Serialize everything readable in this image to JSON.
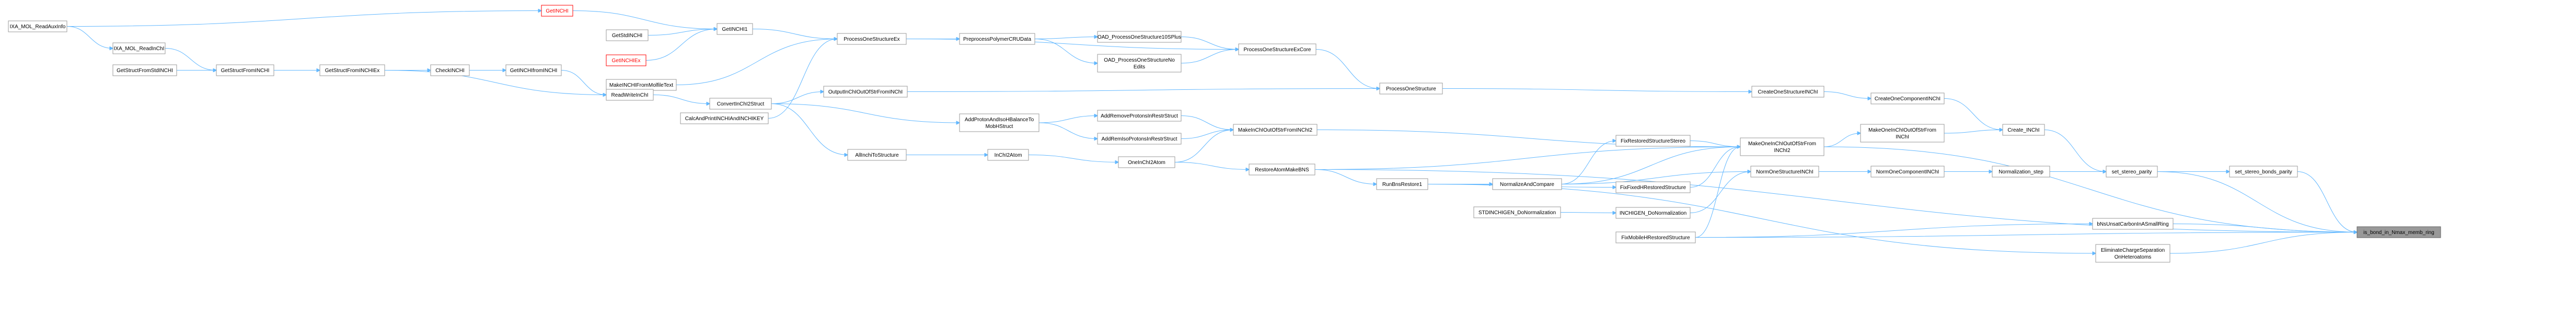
{
  "graph": {
    "nodes": [
      {
        "id": "ixamolreadauxinfo",
        "lines": [
          "IXA_MOL_ReadAuxInfo"
        ],
        "style": "normal"
      },
      {
        "id": "ixamolreadinchi",
        "lines": [
          "IXA_MOL_ReadInChI"
        ],
        "style": "normal"
      },
      {
        "id": "getstructfromstdinchi",
        "lines": [
          "GetStructFromStdINCHI"
        ],
        "style": "normal"
      },
      {
        "id": "getinchi",
        "lines": [
          "GetINCHI"
        ],
        "style": "red"
      },
      {
        "id": "getstdinchi",
        "lines": [
          "GetStdINCHI"
        ],
        "style": "normal"
      },
      {
        "id": "getinchiex",
        "lines": [
          "GetINCHIEx"
        ],
        "style": "red"
      },
      {
        "id": "makeinchifrommolfiletext",
        "lines": [
          "MakeINCHIFromMolfileText"
        ],
        "style": "normal"
      },
      {
        "id": "getinchi1",
        "lines": [
          "GetINCHI1"
        ],
        "style": "normal"
      },
      {
        "id": "getstructfrominchi",
        "lines": [
          "GetStructFromINCHI"
        ],
        "style": "normal"
      },
      {
        "id": "getstructfrominchiex",
        "lines": [
          "GetStructFromINCHIEx"
        ],
        "style": "normal"
      },
      {
        "id": "checkinchi",
        "lines": [
          "CheckINCHI"
        ],
        "style": "normal"
      },
      {
        "id": "getinchifrominchi",
        "lines": [
          "GetINCHIfromINCHI"
        ],
        "style": "normal"
      },
      {
        "id": "readwriteinchi",
        "lines": [
          "ReadWriteInChI"
        ],
        "style": "normal"
      },
      {
        "id": "processonestructureex",
        "lines": [
          "ProcessOneStructureEx"
        ],
        "style": "normal"
      },
      {
        "id": "calcandprintinchiandinchikey",
        "lines": [
          "CalcAndPrintINCHIAndINCHIKEY"
        ],
        "style": "normal"
      },
      {
        "id": "convertinchi2struct",
        "lines": [
          "ConvertInChI2Struct"
        ],
        "style": "normal"
      },
      {
        "id": "outputinchioutofstrfrominchi",
        "lines": [
          "OutputInChIOutOfStrFromINChI"
        ],
        "style": "normal"
      },
      {
        "id": "allinchitoinstructure",
        "lines": [
          "AllInchiToStructure"
        ],
        "style": "normal"
      },
      {
        "id": "inchi2atom",
        "lines": [
          "InChI2Atom"
        ],
        "style": "normal"
      },
      {
        "id": "preprocesspolymercrudata",
        "lines": [
          "PreprocessPolymerCRUData"
        ],
        "style": "normal"
      },
      {
        "id": "addprotonandisobalance",
        "lines": [
          "AddProtonAndIsoHBalanceTo",
          "MobHStruct"
        ],
        "style": "normal"
      },
      {
        "id": "oad1",
        "lines": [
          "OAD_ProcessOneStructure10SPlus"
        ],
        "style": "normal"
      },
      {
        "id": "oad2",
        "lines": [
          "OAD_ProcessOneStructureNo",
          "Edits"
        ],
        "style": "normal"
      },
      {
        "id": "addremoveprotonsinrestrstruct",
        "lines": [
          "AddRemoveProtonsInRestrStruct"
        ],
        "style": "normal"
      },
      {
        "id": "addremisoprotonsinrestrstruct",
        "lines": [
          "AddRemIsoProtonsInRestrStruct"
        ],
        "style": "normal"
      },
      {
        "id": "oneinchi2atom",
        "lines": [
          "OneInChI2Atom"
        ],
        "style": "normal"
      },
      {
        "id": "processonestructureexcore",
        "lines": [
          "ProcessOneStructureExCore"
        ],
        "style": "normal"
      },
      {
        "id": "processonestructure",
        "lines": [
          "ProcessOneStructure"
        ],
        "style": "normal"
      },
      {
        "id": "makeinchioutofstrfrominchi2",
        "lines": [
          "MakeInChIOutOfStrFromINChI2"
        ],
        "style": "normal"
      },
      {
        "id": "restoreatommakebns",
        "lines": [
          "RestoreAtomMakeBNS"
        ],
        "style": "normal"
      },
      {
        "id": "runbnsrestore1",
        "lines": [
          "RunBnsRestore1"
        ],
        "style": "normal"
      },
      {
        "id": "normalizeandcompare",
        "lines": [
          "NormalizeAndCompare"
        ],
        "style": "normal"
      },
      {
        "id": "stdinchigendonormalization",
        "lines": [
          "STDINCHIGEN_DoNormalization"
        ],
        "style": "normal"
      },
      {
        "id": "fixrestoredstructurestereo",
        "lines": [
          "FixRestoredStructureStereo"
        ],
        "style": "normal"
      },
      {
        "id": "fixfixedhrestoredstructure",
        "lines": [
          "FixFixedHRestoredStructure"
        ],
        "style": "normal"
      },
      {
        "id": "inchigendonormalization",
        "lines": [
          "INCHIGEN_DoNormalization"
        ],
        "style": "normal"
      },
      {
        "id": "fixmobilehrestoredstructure",
        "lines": [
          "FixMobileHRestoredStructure"
        ],
        "style": "normal"
      },
      {
        "id": "createonestructureinchi",
        "lines": [
          "CreateOneStructureINChI"
        ],
        "style": "normal"
      },
      {
        "id": "makeoneinchioutofstrfrominchi2",
        "lines": [
          "MakeOneInChIOutOfStrFrom",
          "INChI2"
        ],
        "style": "normal"
      },
      {
        "id": "normonestructureinchi",
        "lines": [
          "NormOneStructureINChI"
        ],
        "style": "normal"
      },
      {
        "id": "createonecomponentinchi",
        "lines": [
          "CreateOneComponentINChI"
        ],
        "style": "normal"
      },
      {
        "id": "makeoneinchioutofstrfrominchi",
        "lines": [
          "MakeOneInChIOutOfStrFrom",
          "INChI"
        ],
        "style": "normal"
      },
      {
        "id": "normonecomponentinchi",
        "lines": [
          "NormOneComponentINChI"
        ],
        "style": "normal"
      },
      {
        "id": "createinchi",
        "lines": [
          "Create_INChI"
        ],
        "style": "normal"
      },
      {
        "id": "normalizationstep",
        "lines": [
          "Normalization_step"
        ],
        "style": "normal"
      },
      {
        "id": "setstereoparity",
        "lines": [
          "set_stereo_parity"
        ],
        "style": "normal"
      },
      {
        "id": "setstereobondsparity",
        "lines": [
          "set_stereo_bonds_parity"
        ],
        "style": "normal"
      },
      {
        "id": "bnsunsatcarbonincarbonsmallring",
        "lines": [
          "bNsUnsatCarbonInASmallRing"
        ],
        "style": "normal"
      },
      {
        "id": "eliminatechargeseparation",
        "lines": [
          "EliminateChargeSeparation",
          "OnHeteroatoms"
        ],
        "style": "normal"
      },
      {
        "id": "isbondinnmaxmembring",
        "lines": [
          "is_bond_in_Nmax_memb_ring"
        ],
        "style": "current"
      }
    ],
    "edges": [
      [
        "ixamolreadauxinfo",
        "getinchi"
      ],
      [
        "ixamolreadauxinfo",
        "ixamolreadinchi"
      ],
      [
        "ixamolreadinchi",
        "getstructfrominchi"
      ],
      [
        "getstructfromstdinchi",
        "getstructfrominchi"
      ],
      [
        "getinchi",
        "getinchi1"
      ],
      [
        "getstdinchi",
        "getinchi1"
      ],
      [
        "getinchiex",
        "getinchi1"
      ],
      [
        "getstructfrominchi",
        "getstructfrominchiex"
      ],
      [
        "getstructfrominchiex",
        "checkinchi"
      ],
      [
        "getstructfrominchiex",
        "readwriteinchi"
      ],
      [
        "checkinchi",
        "getinchifrominchi"
      ],
      [
        "getinchifrominchi",
        "readwriteinchi"
      ],
      [
        "readwriteinchi",
        "convertinchi2struct"
      ],
      [
        "getinchi1",
        "processonestructureex"
      ],
      [
        "makeinchifrommolfiletext",
        "processonestructureex"
      ],
      [
        "calcandprintinchiandinchikey",
        "processonestructureex"
      ],
      [
        "convertinchi2struct",
        "outputinchioutofstrfrominchi"
      ],
      [
        "convertinchi2struct",
        "allinchitoinstructure"
      ],
      [
        "convertinchi2struct",
        "addprotonandisobalance"
      ],
      [
        "allinchitoinstructure",
        "inchi2atom"
      ],
      [
        "inchi2atom",
        "oneinchi2atom"
      ],
      [
        "processonestructureex",
        "preprocesspolymercrudata"
      ],
      [
        "processonestructureex",
        "processonestructureexcore"
      ],
      [
        "preprocesspolymercrudata",
        "oad1"
      ],
      [
        "preprocesspolymercrudata",
        "oad2"
      ],
      [
        "oad1",
        "processonestructureexcore"
      ],
      [
        "oad2",
        "processonestructureexcore"
      ],
      [
        "addprotonandisobalance",
        "addremoveprotonsinrestrstruct"
      ],
      [
        "addprotonandisobalance",
        "addremisoprotonsinrestrstruct"
      ],
      [
        "addremoveprotonsinrestrstruct",
        "makeinchioutofstrfrominchi2"
      ],
      [
        "addremisoprotonsinrestrstruct",
        "makeinchioutofstrfrominchi2"
      ],
      [
        "oneinchi2atom",
        "makeinchioutofstrfrominchi2"
      ],
      [
        "oneinchi2atom",
        "restoreatommakebns"
      ],
      [
        "outputinchioutofstrfrominchi",
        "processonestructure"
      ],
      [
        "processonestructureexcore",
        "processonestructure"
      ],
      [
        "processonestructure",
        "createonestructureinchi"
      ],
      [
        "restoreatommakebns",
        "runbnsrestore1"
      ],
      [
        "restoreatommakebns",
        "makeoneinchioutofstrfrominchi2"
      ],
      [
        "makeinchioutofstrfrominchi2",
        "makeoneinchioutofstrfrominchi2"
      ],
      [
        "runbnsrestore1",
        "normalizeandcompare"
      ],
      [
        "runbnsrestore1",
        "fixfixedhrestoredstructure"
      ],
      [
        "normalizeandcompare",
        "fixrestoredstructurestereo"
      ],
      [
        "normalizeandcompare",
        "makeoneinchioutofstrfrominchi2"
      ],
      [
        "normalizeandcompare",
        "normonestructureinchi"
      ],
      [
        "stdinchigendonormalization",
        "inchigendonormalization"
      ],
      [
        "fixrestoredstructurestereo",
        "makeoneinchioutofstrfrominchi2"
      ],
      [
        "fixfixedhrestoredstructure",
        "makeoneinchioutofstrfrominchi2"
      ],
      [
        "inchigendonormalization",
        "normonestructureinchi"
      ],
      [
        "fixmobilehrestoredstructure",
        "makeoneinchioutofstrfrominchi2"
      ],
      [
        "createonestructureinchi",
        "createonecomponentinchi"
      ],
      [
        "makeoneinchioutofstrfrominchi2",
        "makeoneinchioutofstrfrominchi"
      ],
      [
        "normonestructureinchi",
        "normonecomponentinchi"
      ],
      [
        "createonecomponentinchi",
        "createinchi"
      ],
      [
        "makeoneinchioutofstrfrominchi",
        "createinchi"
      ],
      [
        "normonecomponentinchi",
        "normalizationstep"
      ],
      [
        "createinchi",
        "setstereoparity"
      ],
      [
        "normalizationstep",
        "setstereoparity"
      ],
      [
        "setstereoparity",
        "setstereobondsparity"
      ],
      [
        "setstereobondsparity",
        "isbondinnmaxmembring"
      ],
      [
        "bnsunsatcarbonincarbonsmallring",
        "isbondinnmaxmembring"
      ],
      [
        "fixmobilehrestoredstructure",
        "bnsunsatcarbonincarbonsmallring"
      ],
      [
        "eliminatechargeseparation",
        "isbondinnmaxmembring"
      ],
      [
        "runbnsrestore1",
        "eliminatechargeseparation"
      ],
      [
        "setstereoparity",
        "isbondinnmaxmembring"
      ],
      [
        "makeoneinchioutofstrfrominchi2",
        "isbondinnmaxmembring"
      ],
      [
        "fixmobilehrestoredstructure",
        "isbondinnmaxmembring"
      ],
      [
        "restoreatommakebns",
        "isbondinnmaxmembring"
      ]
    ]
  }
}
